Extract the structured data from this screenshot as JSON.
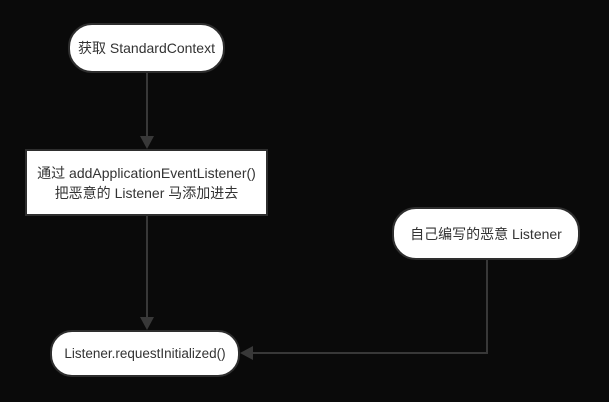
{
  "diagram": {
    "type": "flowchart",
    "background_color": "#0a0a0a",
    "edge_color": "#383838",
    "node_fill_color": "#ffffff",
    "node_border_color": "#2e2e2e",
    "node_text_color": "#333333",
    "nodes": [
      {
        "id": "get-standard-context",
        "shape": "rounded",
        "label": "获取 StandardContext"
      },
      {
        "id": "add-application-event-listener",
        "shape": "rectangle",
        "label": "通过 addApplicationEventListener()\n把恶意的 Listener 马添加进去"
      },
      {
        "id": "malicious-listener",
        "shape": "rounded",
        "label": "自己编写的恶意 Listener"
      },
      {
        "id": "request-initialized",
        "shape": "rounded",
        "label": "Listener.requestInitialized()"
      }
    ],
    "edges": [
      {
        "from": "get-standard-context",
        "to": "add-application-event-listener",
        "direction": "down"
      },
      {
        "from": "add-application-event-listener",
        "to": "request-initialized",
        "direction": "down"
      },
      {
        "from": "malicious-listener",
        "to": "request-initialized",
        "direction": "down-then-left"
      }
    ]
  }
}
